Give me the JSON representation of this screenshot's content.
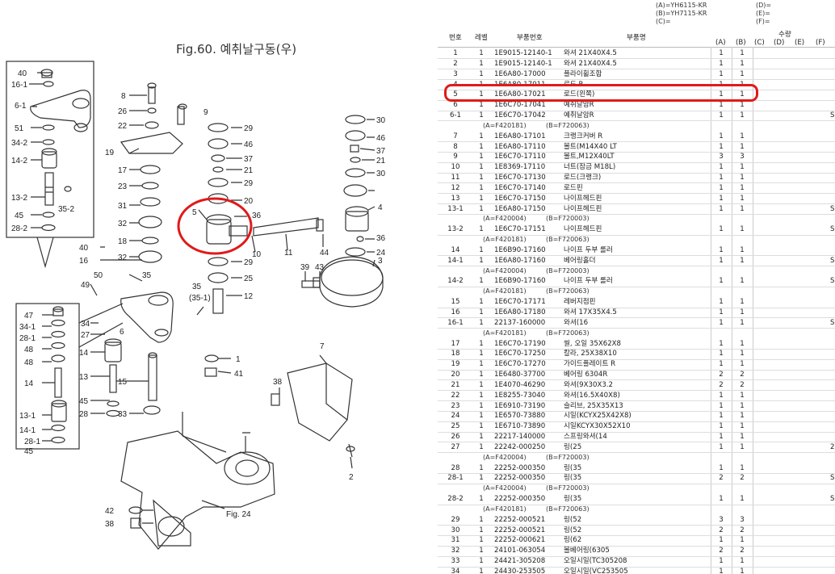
{
  "figure": {
    "title": "Fig.60.  예취날구동(우)",
    "ref_label": "Fig. 24"
  },
  "models": {
    "left": [
      "(A)=YH6115-KR",
      "(B)=YH7115-KR",
      "(C)="
    ],
    "right": [
      "(D)=",
      "(E)=",
      "(F)="
    ]
  },
  "table": {
    "headers": {
      "no": "번호",
      "level": "레벨",
      "part_no": "부품번호",
      "name": "부품명",
      "qty": "수량",
      "a": "(A)",
      "b": "(B)",
      "c": "(C)",
      "d": "(D)",
      "e": "(E)",
      "f": "(F)"
    },
    "rows": [
      {
        "no": "1",
        "lv": "1",
        "pn": "1E9015-12140-1",
        "nm": "와셔 21X40X4.5",
        "a": "1",
        "b": "1",
        "x": ""
      },
      {
        "no": "2",
        "lv": "1",
        "pn": "1E9015-12140-1",
        "nm": "와셔 21X40X4.5",
        "a": "1",
        "b": "1",
        "x": ""
      },
      {
        "no": "3",
        "lv": "1",
        "pn": "1E6A80-17000",
        "nm": "플라이휠조합",
        "a": "1",
        "b": "1",
        "x": ""
      },
      {
        "no": "4",
        "lv": "1",
        "pn": "1E6A80-17011",
        "nm": "로드 R",
        "a": "1",
        "b": "1",
        "x": ""
      },
      {
        "no": "5",
        "lv": "1",
        "pn": "1E6A80-17021",
        "nm": "로드(왼쪽)",
        "a": "1",
        "b": "1",
        "x": ""
      },
      {
        "no": "6",
        "lv": "1",
        "pn": "1E6C70-17041",
        "nm": "예취날암R",
        "a": "1",
        "b": "1",
        "x": ""
      },
      {
        "no": "6-1",
        "lv": "1",
        "pn": "1E6C70-17042",
        "nm": "예취날암R",
        "a": "1",
        "b": "1",
        "x": "S"
      },
      {
        "serial": "(A=F420181)",
        "serial_b": "(B=F720063)"
      },
      {
        "no": "7",
        "lv": "1",
        "pn": "1E6A80-17101",
        "nm": "크랭크커버 R",
        "a": "1",
        "b": "1",
        "x": ""
      },
      {
        "no": "8",
        "lv": "1",
        "pn": "1E6A80-17110",
        "nm": "볼트(M14X40 LT",
        "a": "1",
        "b": "1",
        "x": ""
      },
      {
        "no": "9",
        "lv": "1",
        "pn": "1E6C70-17110",
        "nm": "볼트,M12X40LT",
        "a": "3",
        "b": "3",
        "x": ""
      },
      {
        "no": "10",
        "lv": "1",
        "pn": "1E8369-17110",
        "nm": "너트(잠금 M18L)",
        "a": "1",
        "b": "1",
        "x": ""
      },
      {
        "no": "11",
        "lv": "1",
        "pn": "1E6C70-17130",
        "nm": "로드(크랭크)",
        "a": "1",
        "b": "1",
        "x": ""
      },
      {
        "no": "12",
        "lv": "1",
        "pn": "1E6C70-17140",
        "nm": "로드핀",
        "a": "1",
        "b": "1",
        "x": ""
      },
      {
        "no": "13",
        "lv": "1",
        "pn": "1E6C70-17150",
        "nm": "나이프헤드핀",
        "a": "1",
        "b": "1",
        "x": ""
      },
      {
        "no": "13-1",
        "lv": "1",
        "pn": "1E6A80-17150",
        "nm": "나이프헤드핀",
        "a": "1",
        "b": "1",
        "x": "S"
      },
      {
        "serial": "(A=F420004)",
        "serial_b": "(B=F720003)"
      },
      {
        "no": "13-2",
        "lv": "1",
        "pn": "1E6C70-17151",
        "nm": "나이프헤드핀",
        "a": "1",
        "b": "1",
        "x": "S"
      },
      {
        "serial": "(A=F420181)",
        "serial_b": "(B=F720063)"
      },
      {
        "no": "14",
        "lv": "1",
        "pn": "1E6B90-17160",
        "nm": "나이프 두부 롤러",
        "a": "1",
        "b": "1",
        "x": ""
      },
      {
        "no": "14-1",
        "lv": "1",
        "pn": "1E6A80-17160",
        "nm": "베어링홀더",
        "a": "1",
        "b": "1",
        "x": "S"
      },
      {
        "serial": "(A=F420004)",
        "serial_b": "(B=F720003)"
      },
      {
        "no": "14-2",
        "lv": "1",
        "pn": "1E6B90-17160",
        "nm": "나이프 두부 롤러",
        "a": "1",
        "b": "1",
        "x": "S"
      },
      {
        "serial": "(A=F420181)",
        "serial_b": "(B=F720063)"
      },
      {
        "no": "15",
        "lv": "1",
        "pn": "1E6C70-17171",
        "nm": "레버지점핀",
        "a": "1",
        "b": "1",
        "x": ""
      },
      {
        "no": "16",
        "lv": "1",
        "pn": "1E6A80-17180",
        "nm": "와셔 17X35X4.5",
        "a": "1",
        "b": "1",
        "x": ""
      },
      {
        "no": "16-1",
        "lv": "1",
        "pn": "22137-160000",
        "nm": "와셔(16",
        "a": "1",
        "b": "1",
        "x": "S"
      },
      {
        "serial": "(A=F420181)",
        "serial_b": "(B=F720063)"
      },
      {
        "no": "17",
        "lv": "1",
        "pn": "1E6C70-17190",
        "nm": "씰, 오일 35X62X8",
        "a": "1",
        "b": "1",
        "x": ""
      },
      {
        "no": "18",
        "lv": "1",
        "pn": "1E6C70-17250",
        "nm": "칼라, 25X38X10",
        "a": "1",
        "b": "1",
        "x": ""
      },
      {
        "no": "19",
        "lv": "1",
        "pn": "1E6C70-17270",
        "nm": "가이드플레이트 R",
        "a": "1",
        "b": "1",
        "x": ""
      },
      {
        "no": "20",
        "lv": "1",
        "pn": "1E6480-37700",
        "nm": "베어링 6304R",
        "a": "2",
        "b": "2",
        "x": ""
      },
      {
        "no": "21",
        "lv": "1",
        "pn": "1E4070-46290",
        "nm": "와셔(9X30X3.2",
        "a": "2",
        "b": "2",
        "x": ""
      },
      {
        "no": "22",
        "lv": "1",
        "pn": "1E8255-73040",
        "nm": "와셔(16.5X40X8)",
        "a": "1",
        "b": "1",
        "x": ""
      },
      {
        "no": "23",
        "lv": "1",
        "pn": "1E6910-73190",
        "nm": "슬리브, 25X35X13",
        "a": "1",
        "b": "1",
        "x": ""
      },
      {
        "no": "24",
        "lv": "1",
        "pn": "1E6570-73880",
        "nm": "시일(KCYX25X42X8)",
        "a": "1",
        "b": "1",
        "x": ""
      },
      {
        "no": "25",
        "lv": "1",
        "pn": "1E6710-73890",
        "nm": "시일KCYX30X52X10",
        "a": "1",
        "b": "1",
        "x": ""
      },
      {
        "no": "26",
        "lv": "1",
        "pn": "22217-140000",
        "nm": "스프링와셔(14",
        "a": "1",
        "b": "1",
        "x": ""
      },
      {
        "no": "27",
        "lv": "1",
        "pn": "22242-000250",
        "nm": "링(25",
        "a": "1",
        "b": "1",
        "x": "2"
      },
      {
        "serial": "(A=F420004)",
        "serial_b": "(B=F720003)"
      },
      {
        "no": "28",
        "lv": "1",
        "pn": "22252-000350",
        "nm": "링(35",
        "a": "1",
        "b": "1",
        "x": ""
      },
      {
        "no": "28-1",
        "lv": "1",
        "pn": "22252-000350",
        "nm": "링(35",
        "a": "2",
        "b": "2",
        "x": "S"
      },
      {
        "serial": "(A=F420004)",
        "serial_b": "(B=F720003)"
      },
      {
        "no": "28-2",
        "lv": "1",
        "pn": "22252-000350",
        "nm": "링(35",
        "a": "1",
        "b": "1",
        "x": "S"
      },
      {
        "serial": "(A=F420181)",
        "serial_b": "(B=F720063)"
      },
      {
        "no": "29",
        "lv": "1",
        "pn": "22252-000521",
        "nm": "링(52",
        "a": "3",
        "b": "3",
        "x": ""
      },
      {
        "no": "30",
        "lv": "1",
        "pn": "22252-000521",
        "nm": "링(52",
        "a": "2",
        "b": "2",
        "x": ""
      },
      {
        "no": "31",
        "lv": "1",
        "pn": "22252-000621",
        "nm": "링(62",
        "a": "1",
        "b": "1",
        "x": ""
      },
      {
        "no": "32",
        "lv": "1",
        "pn": "24101-063054",
        "nm": "볼베어링(6305",
        "a": "2",
        "b": "2",
        "x": ""
      },
      {
        "no": "33",
        "lv": "1",
        "pn": "24421-305208",
        "nm": "오일시일(TC305208",
        "a": "1",
        "b": "1",
        "x": ""
      },
      {
        "no": "34",
        "lv": "1",
        "pn": "24430-253505",
        "nm": "오일시일(VC253505",
        "a": "1",
        "b": "1",
        "x": ""
      }
    ]
  },
  "callouts": {
    "inset_top": [
      "40",
      "16-1",
      "6-1",
      "51",
      "34-2",
      "14-2",
      "13-2",
      "35-2",
      "45",
      "28-2"
    ],
    "inset_left": [
      "47",
      "34-1",
      "28-1",
      "48",
      "48",
      "14",
      "13-1",
      "14-1",
      "28-1",
      "45"
    ],
    "main": [
      "8",
      "26",
      "22",
      "19",
      "17",
      "23",
      "31",
      "32",
      "18",
      "32",
      "40",
      "16",
      "50",
      "49",
      "35",
      "34",
      "27",
      "6",
      "35",
      "(35-1)",
      "14",
      "13",
      "15",
      "45",
      "28",
      "33",
      "9",
      "29",
      "46",
      "37",
      "21",
      "29",
      "20",
      "5",
      "36",
      "10",
      "29",
      "25",
      "12",
      "1",
      "41",
      "30",
      "46",
      "37",
      "21",
      "30",
      "4",
      "11",
      "44",
      "36",
      "24",
      "3",
      "39",
      "43",
      "7",
      "38",
      "2",
      "42",
      "38"
    ]
  },
  "colors": {
    "highlight": "#e01a1a",
    "line": "#333333"
  }
}
